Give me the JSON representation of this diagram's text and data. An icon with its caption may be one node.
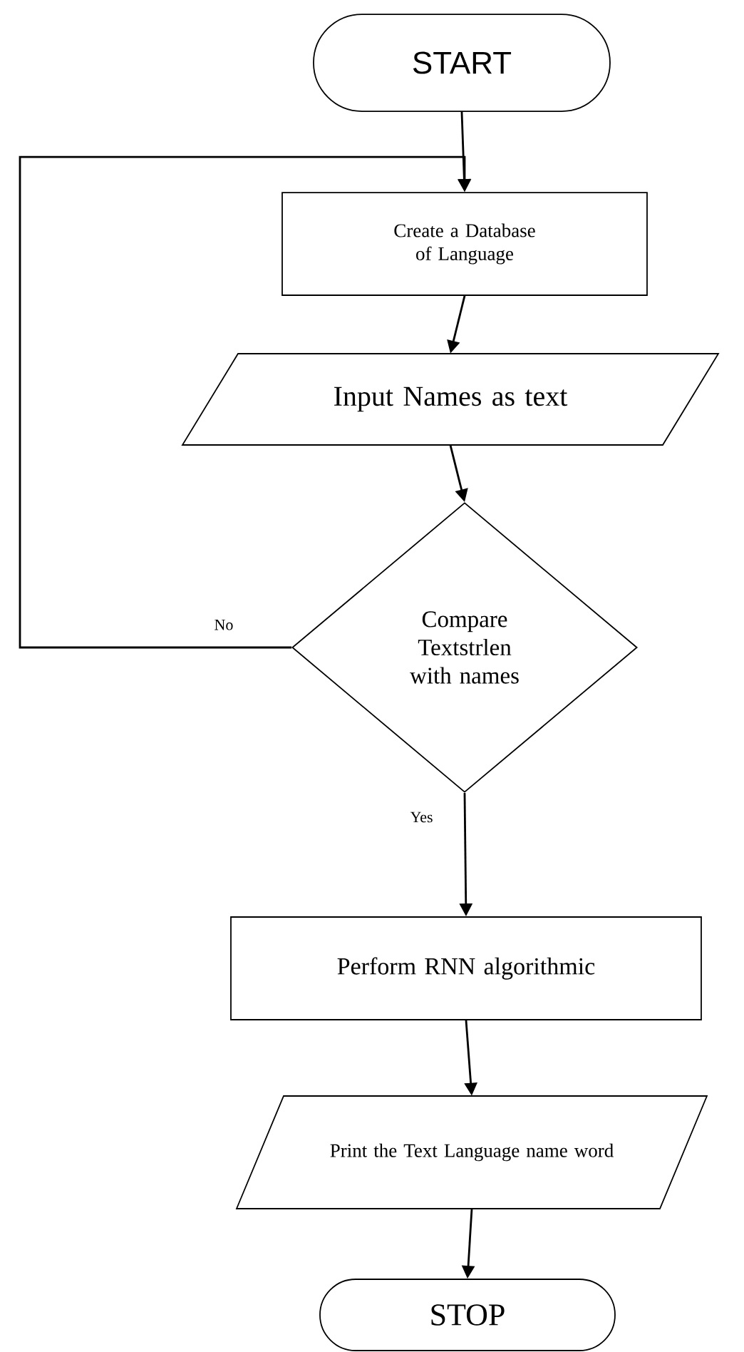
{
  "diagram": {
    "nodes": [
      {
        "text": [
          "START"
        ]
      },
      {
        "text": [
          "Create a Database of Language"
        ]
      },
      {
        "text": [
          "Input Names as text"
        ]
      },
      {
        "text": [
          "Compare Textstrlen with names"
        ]
      },
      {
        "text": [
          "Perform RNN algorithmic"
        ]
      },
      {
        "text": [
          "Print the Text Language name word"
        ]
      },
      {
        "text": [
          "STOP"
        ]
      }
    ],
    "edges": [
      {
        "from": 0,
        "to": 1,
        "arrow": "to"
      },
      {
        "from": 1,
        "to": 2,
        "arrow": "to"
      },
      {
        "from": 2,
        "to": 3,
        "arrow": "to"
      },
      {
        "from": 3,
        "to": 1,
        "arrow": "to",
        "label": "No"
      },
      {
        "from": 3,
        "to": 4,
        "arrow": "to",
        "label": "Yes"
      },
      {
        "from": 4,
        "to": 5,
        "arrow": "to"
      },
      {
        "from": 5,
        "to": 6,
        "arrow": "to"
      }
    ]
  }
}
